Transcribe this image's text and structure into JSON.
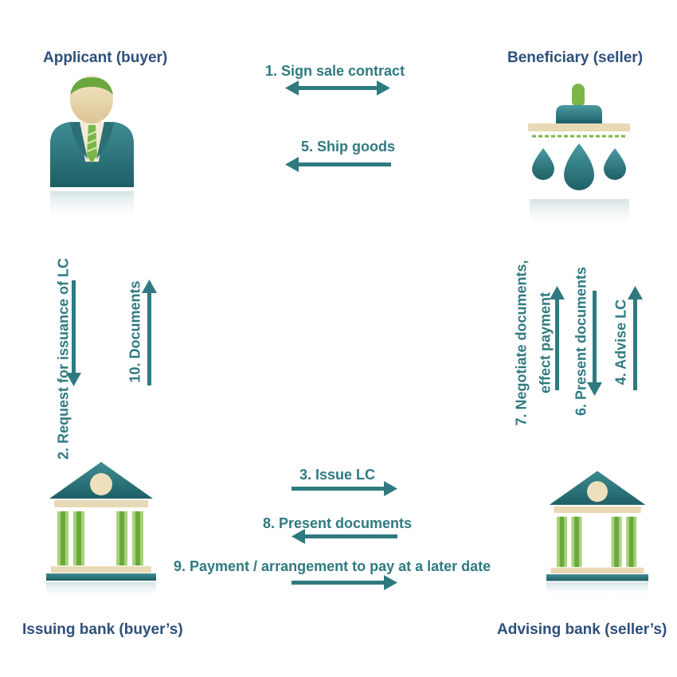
{
  "nodes": {
    "applicant": "Applicant (buyer)",
    "beneficiary": "Beneficiary (seller)",
    "issuing_bank": "Issuing bank (buyer’s)",
    "advising_bank": "Advising bank (seller’s)"
  },
  "steps": {
    "s1": "1. Sign sale contract",
    "s2": "2. Request for issuance of LC",
    "s3": "3. Issue LC",
    "s4": "4. Advise LC",
    "s5": "5. Ship goods",
    "s6": "6. Present documents",
    "s7a": "7. Negotiate documents,",
    "s7b": "effect payment",
    "s8": "8. Present documents",
    "s9": "9. Payment / arrangement to pay at a later date",
    "s10": "10. Documents"
  },
  "icons": {
    "applicant": "businessman-icon",
    "beneficiary": "liquid-dispenser-icon",
    "issuing_bank": "bank-building-icon",
    "advising_bank": "bank-building-icon"
  },
  "colors": {
    "arrow": "#2f7a80",
    "node_text": "#2e4f7a",
    "accent_green": "#7ab648",
    "beige": "#e8d9b5"
  }
}
